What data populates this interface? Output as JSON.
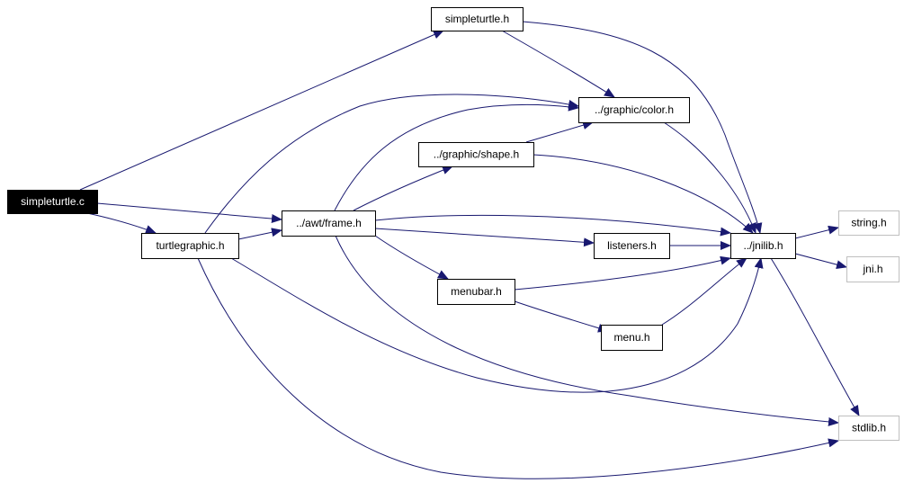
{
  "colors": {
    "edge": "#191970",
    "node_border": "#000000",
    "system_border": "#bfbfbf",
    "root_fill": "#000000",
    "root_text": "#ffffff",
    "node_text": "#000000"
  },
  "nodes": {
    "simpleturtle_c": {
      "label": "simpleturtle.c",
      "kind": "root"
    },
    "simpleturtle_h": {
      "label": "simpleturtle.h",
      "kind": "file"
    },
    "color_h": {
      "label": "../graphic/color.h",
      "kind": "file"
    },
    "shape_h": {
      "label": "../graphic/shape.h",
      "kind": "file"
    },
    "frame_h": {
      "label": "../awt/frame.h",
      "kind": "file"
    },
    "turtlegraphic_h": {
      "label": "turtlegraphic.h",
      "kind": "file"
    },
    "listeners_h": {
      "label": "listeners.h",
      "kind": "file"
    },
    "jnilib_h": {
      "label": "../jnilib.h",
      "kind": "file"
    },
    "menubar_h": {
      "label": "menubar.h",
      "kind": "file"
    },
    "menu_h": {
      "label": "menu.h",
      "kind": "file"
    },
    "string_h": {
      "label": "string.h",
      "kind": "system"
    },
    "jni_h": {
      "label": "jni.h",
      "kind": "system"
    },
    "stdlib_h": {
      "label": "stdlib.h",
      "kind": "system"
    }
  },
  "edges": [
    {
      "from": "simpleturtle_c",
      "to": "simpleturtle_h"
    },
    {
      "from": "simpleturtle_c",
      "to": "frame_h"
    },
    {
      "from": "simpleturtle_c",
      "to": "turtlegraphic_h"
    },
    {
      "from": "simpleturtle_h",
      "to": "color_h"
    },
    {
      "from": "simpleturtle_h",
      "to": "jnilib_h"
    },
    {
      "from": "turtlegraphic_h",
      "to": "color_h"
    },
    {
      "from": "turtlegraphic_h",
      "to": "frame_h"
    },
    {
      "from": "turtlegraphic_h",
      "to": "jnilib_h"
    },
    {
      "from": "turtlegraphic_h",
      "to": "stdlib_h"
    },
    {
      "from": "frame_h",
      "to": "shape_h"
    },
    {
      "from": "frame_h",
      "to": "color_h"
    },
    {
      "from": "frame_h",
      "to": "jnilib_h"
    },
    {
      "from": "frame_h",
      "to": "listeners_h"
    },
    {
      "from": "frame_h",
      "to": "menubar_h"
    },
    {
      "from": "frame_h",
      "to": "stdlib_h"
    },
    {
      "from": "shape_h",
      "to": "color_h"
    },
    {
      "from": "shape_h",
      "to": "jnilib_h"
    },
    {
      "from": "color_h",
      "to": "jnilib_h"
    },
    {
      "from": "listeners_h",
      "to": "jnilib_h"
    },
    {
      "from": "menubar_h",
      "to": "jnilib_h"
    },
    {
      "from": "menubar_h",
      "to": "menu_h"
    },
    {
      "from": "menu_h",
      "to": "jnilib_h"
    },
    {
      "from": "jnilib_h",
      "to": "string_h"
    },
    {
      "from": "jnilib_h",
      "to": "jni_h"
    },
    {
      "from": "jnilib_h",
      "to": "stdlib_h"
    }
  ]
}
